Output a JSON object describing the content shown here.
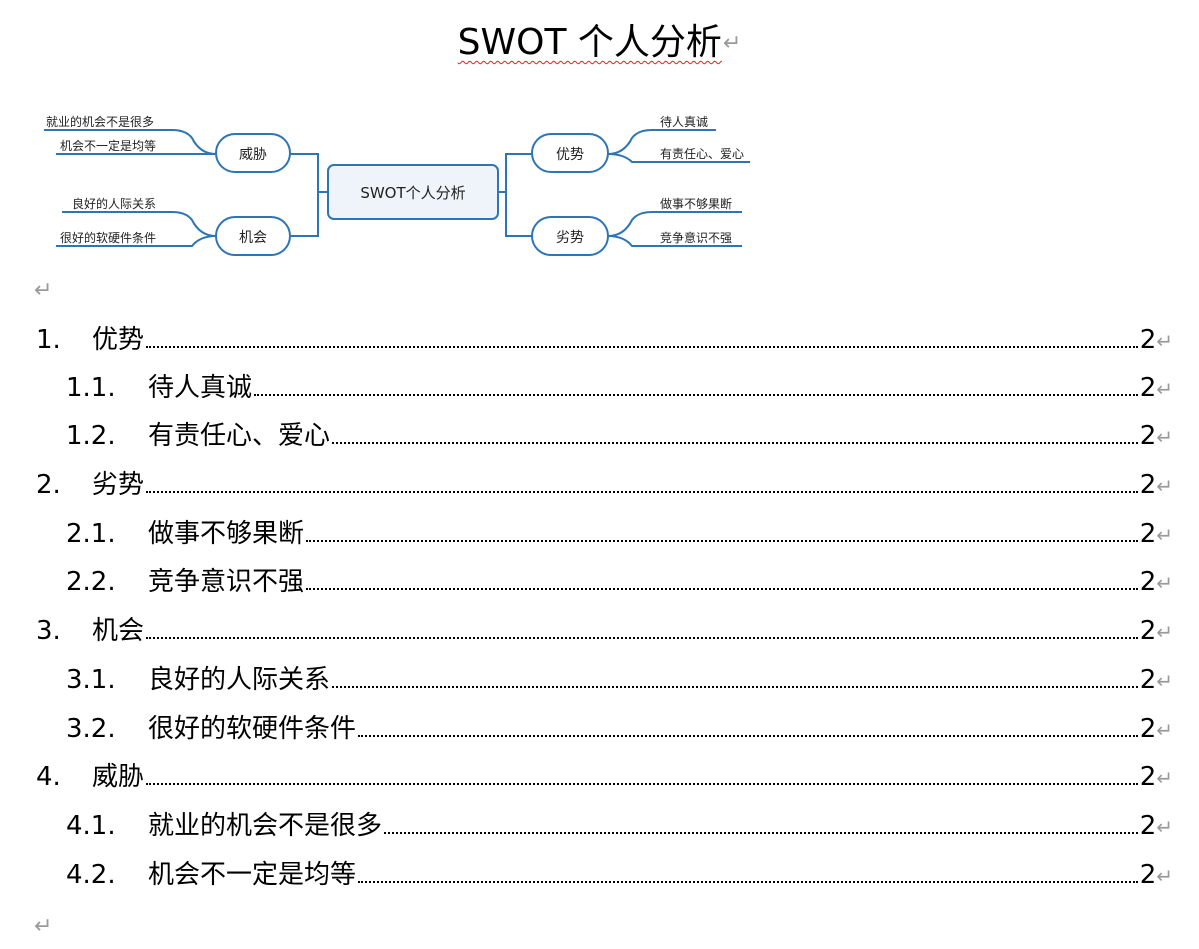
{
  "title": "SWOT 个人分析",
  "paragraph_mark": "↵",
  "mindmap": {
    "center": "SWOT个人分析",
    "branches": [
      {
        "key": "strength",
        "label": "优势",
        "leaves": [
          "待人真诚",
          "有责任心、爱心"
        ]
      },
      {
        "key": "weakness",
        "label": "劣势",
        "leaves": [
          "做事不够果断",
          "竞争意识不强"
        ]
      },
      {
        "key": "threat",
        "label": "威胁",
        "leaves": [
          "就业的机会不是很多",
          "机会不一定是均等"
        ]
      },
      {
        "key": "opportunity",
        "label": "机会",
        "leaves": [
          "良好的人际关系",
          "很好的软硬件条件"
        ]
      }
    ],
    "colors": {
      "stroke": "#2e75b6",
      "fill": "#ffffff",
      "center_fill": "#eef4fa"
    }
  },
  "toc": [
    {
      "level": 1,
      "num": "1.",
      "text": "优势",
      "page": "2"
    },
    {
      "level": 2,
      "num": "1.1.",
      "text": "待人真诚",
      "page": "2"
    },
    {
      "level": 2,
      "num": "1.2.",
      "text": "有责任心、爱心",
      "page": "2"
    },
    {
      "level": 1,
      "num": "2.",
      "text": "劣势",
      "page": "2"
    },
    {
      "level": 2,
      "num": "2.1.",
      "text": "做事不够果断",
      "page": "2"
    },
    {
      "level": 2,
      "num": "2.2.",
      "text": "竞争意识不强",
      "page": "2"
    },
    {
      "level": 1,
      "num": "3.",
      "text": "机会",
      "page": "2"
    },
    {
      "level": 2,
      "num": "3.1.",
      "text": "良好的人际关系",
      "page": "2"
    },
    {
      "level": 2,
      "num": "3.2.",
      "text": "很好的软硬件条件",
      "page": "2"
    },
    {
      "level": 1,
      "num": "4.",
      "text": "威胁",
      "page": "2"
    },
    {
      "level": 2,
      "num": "4.1.",
      "text": "就业的机会不是很多",
      "page": "2"
    },
    {
      "level": 2,
      "num": "4.2.",
      "text": "机会不一定是均等",
      "page": "2"
    }
  ]
}
